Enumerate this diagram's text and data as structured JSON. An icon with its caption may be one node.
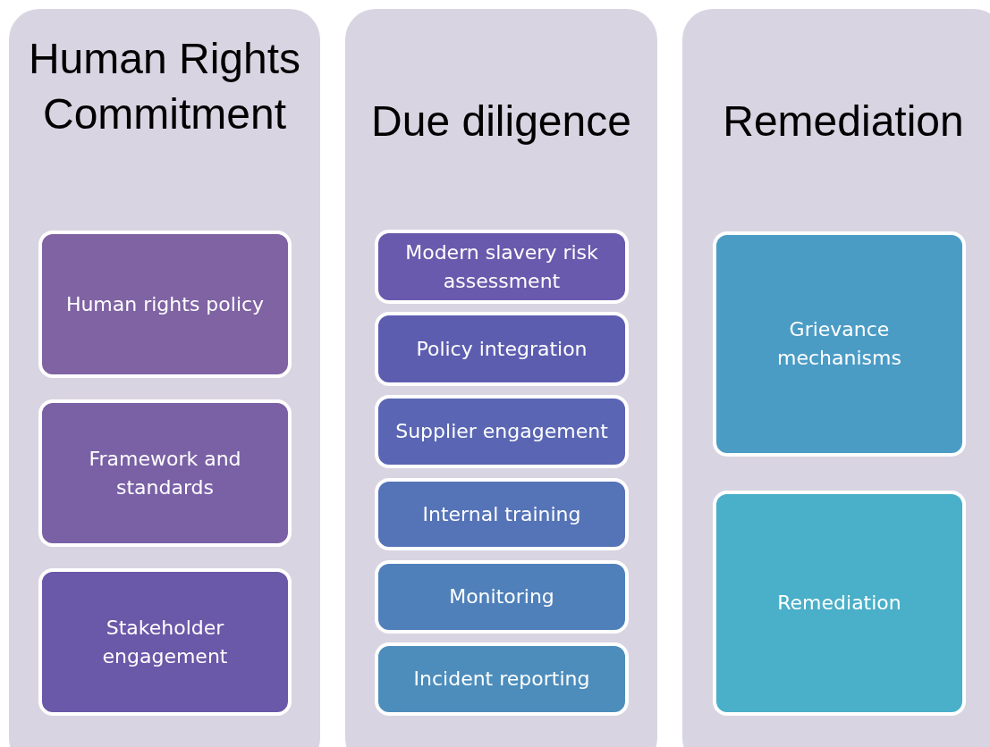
{
  "diagram": {
    "nodes": [
      {
        "text": [
          "Human Rights Commitment"
        ]
      },
      {
        "text": [
          "Human rights policy"
        ],
        "in": 0
      },
      {
        "text": [
          "Framework and standards"
        ],
        "in": 0
      },
      {
        "text": [
          "Stakeholder engagement"
        ],
        "in": 0
      },
      {
        "text": [
          "Due diligence"
        ]
      },
      {
        "text": [
          "Modern slavery risk assessment"
        ],
        "in": 4
      },
      {
        "text": [
          "Policy integration"
        ],
        "in": 4
      },
      {
        "text": [
          "Supplier engagement"
        ],
        "in": 4
      },
      {
        "text": [
          "Internal training"
        ],
        "in": 4
      },
      {
        "text": [
          "Monitoring"
        ],
        "in": 4
      },
      {
        "text": [
          "Incident reporting"
        ],
        "in": 4
      },
      {
        "text": [
          "Remediation"
        ]
      },
      {
        "text": [
          "Grievance mechanisms"
        ],
        "in": 11
      },
      {
        "text": [
          "Remediation"
        ],
        "in": 11
      }
    ]
  }
}
